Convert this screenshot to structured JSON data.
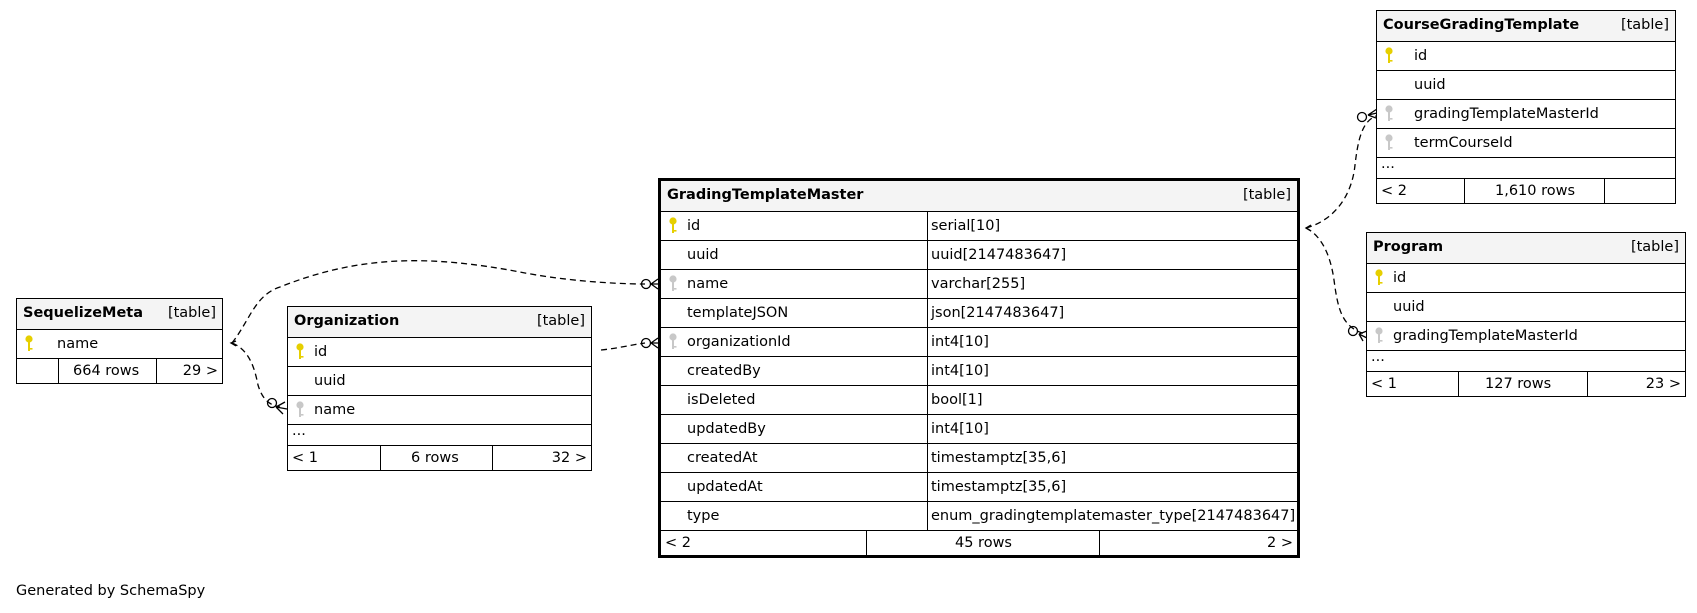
{
  "footer_text": "Generated by SchemaSpy",
  "colors": {
    "primary_key": "#e6cf00",
    "foreign_key": "#c8c8c8",
    "header_bg": "#f4f4f4"
  },
  "tables": {
    "sequelize_meta": {
      "name": "SequelizeMeta",
      "kind": "[table]",
      "columns": [
        {
          "name": "name",
          "key": "primary-key"
        }
      ],
      "footer": {
        "left": "",
        "rows": "664 rows",
        "right": "29 >"
      }
    },
    "organization": {
      "name": "Organization",
      "kind": "[table]",
      "columns": [
        {
          "name": "id",
          "key": "primary-key"
        },
        {
          "name": "uuid",
          "key": ""
        },
        {
          "name": "name",
          "key": "foreign-key"
        }
      ],
      "more": "...",
      "footer": {
        "left": "< 1",
        "rows": "6 rows",
        "right": "32 >"
      }
    },
    "grading_template_master": {
      "name": "GradingTemplateMaster",
      "kind": "[table]",
      "columns": [
        {
          "name": "id",
          "type": "serial[10]",
          "key": "primary-key"
        },
        {
          "name": "uuid",
          "type": "uuid[2147483647]",
          "key": ""
        },
        {
          "name": "name",
          "type": "varchar[255]",
          "key": "foreign-key"
        },
        {
          "name": "templateJSON",
          "type": "json[2147483647]",
          "key": ""
        },
        {
          "name": "organizationId",
          "type": "int4[10]",
          "key": "foreign-key"
        },
        {
          "name": "createdBy",
          "type": "int4[10]",
          "key": ""
        },
        {
          "name": "isDeleted",
          "type": "bool[1]",
          "key": ""
        },
        {
          "name": "updatedBy",
          "type": "int4[10]",
          "key": ""
        },
        {
          "name": "createdAt",
          "type": "timestamptz[35,6]",
          "key": ""
        },
        {
          "name": "updatedAt",
          "type": "timestamptz[35,6]",
          "key": ""
        },
        {
          "name": "type",
          "type": "enum_gradingtemplatemaster_type[2147483647]",
          "key": ""
        }
      ],
      "footer": {
        "left": "< 2",
        "rows": "45 rows",
        "right": "2 >"
      }
    },
    "course_grading_template": {
      "name": "CourseGradingTemplate",
      "kind": "[table]",
      "columns": [
        {
          "name": "id",
          "key": "primary-key"
        },
        {
          "name": "uuid",
          "key": ""
        },
        {
          "name": "gradingTemplateMasterId",
          "key": "foreign-key"
        },
        {
          "name": "termCourseId",
          "key": "foreign-key"
        }
      ],
      "more": "...",
      "footer": {
        "left": "< 2",
        "rows": "1,610 rows",
        "right": ""
      }
    },
    "program": {
      "name": "Program",
      "kind": "[table]",
      "columns": [
        {
          "name": "id",
          "key": "primary-key"
        },
        {
          "name": "uuid",
          "key": ""
        },
        {
          "name": "gradingTemplateMasterId",
          "key": "foreign-key"
        }
      ],
      "more": "...",
      "footer": {
        "left": "< 1",
        "rows": "127 rows",
        "right": "23 >"
      }
    }
  }
}
